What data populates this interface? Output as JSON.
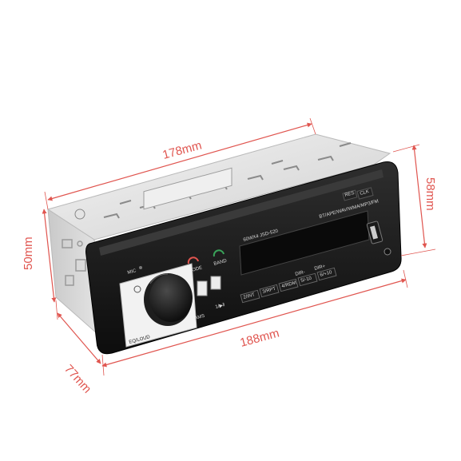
{
  "dimensions": {
    "depth_top": "178mm",
    "width_front": "188mm",
    "height_front": "50mm",
    "height_back": "58mm",
    "depth_bottom": "77mm"
  },
  "panel": {
    "mic": "MIC",
    "mode": "MODE",
    "band": "BAND",
    "model": "60WX4 JSD-520",
    "formats": "BT/APE/WAV/WMA/MP3/FM",
    "res": "RES",
    "clk": "CLK",
    "eq": "EQ/LOUD",
    "ams": "AMS",
    "play": "1/▶‖",
    "presets": [
      "2/INT",
      "3/RPT",
      "4/RDM",
      "5/-10",
      "6/+10"
    ],
    "dir_minus": "DIR-",
    "dir_plus": "DIR+"
  },
  "colors": {
    "dimension_line": "#e0554f",
    "faceplate": "#1a1a1a",
    "chassis": "#dcdcdc"
  }
}
